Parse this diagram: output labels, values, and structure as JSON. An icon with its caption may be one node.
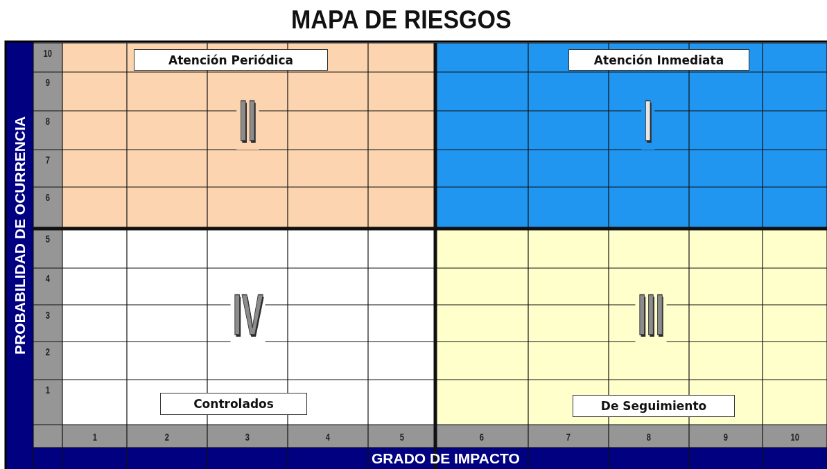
{
  "diagram": {
    "title": "MAPA DE RIESGOS",
    "nodes": [
      {
        "text": [
          "Atención Periódica",
          "II"
        ]
      },
      {
        "text": [
          "Atención Inmediata",
          "I"
        ]
      },
      {
        "text": [
          "IV",
          "Controlados"
        ]
      },
      {
        "text": [
          "III",
          "De Seguimiento"
        ]
      }
    ],
    "labels": [
      "PROBABILIDAD DE OCURRENCIA",
      "10",
      "9",
      "8",
      "7",
      "6",
      "5",
      "4",
      "3",
      "2",
      "1",
      "1",
      "2",
      "3",
      "4",
      "5",
      "6",
      "7",
      "8",
      "9",
      "10",
      "GRADO DE IMPACTO"
    ]
  }
}
